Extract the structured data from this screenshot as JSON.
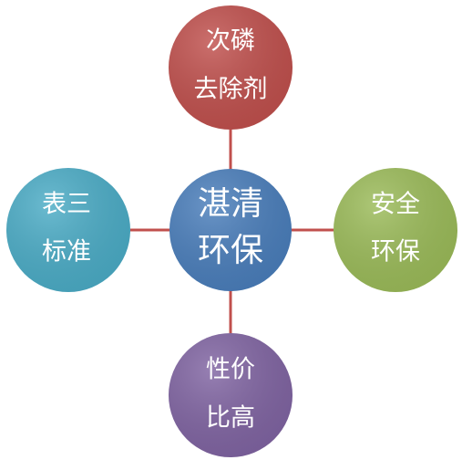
{
  "center": {
    "line1": "湛清",
    "line2": "环保",
    "color": "#4A7EBB"
  },
  "nodes": {
    "top": {
      "line1": "次磷",
      "line2": "去除剂",
      "color": "#C0504D"
    },
    "right": {
      "line1": "安全",
      "line2": "环保",
      "color": "#9BBB59"
    },
    "bottom": {
      "line1": "性价",
      "line2": "比高",
      "color": "#8064A2"
    },
    "left": {
      "line1": "表三",
      "line2": "标准",
      "color": "#4BACC6"
    }
  },
  "connector_color": "#C0504D"
}
